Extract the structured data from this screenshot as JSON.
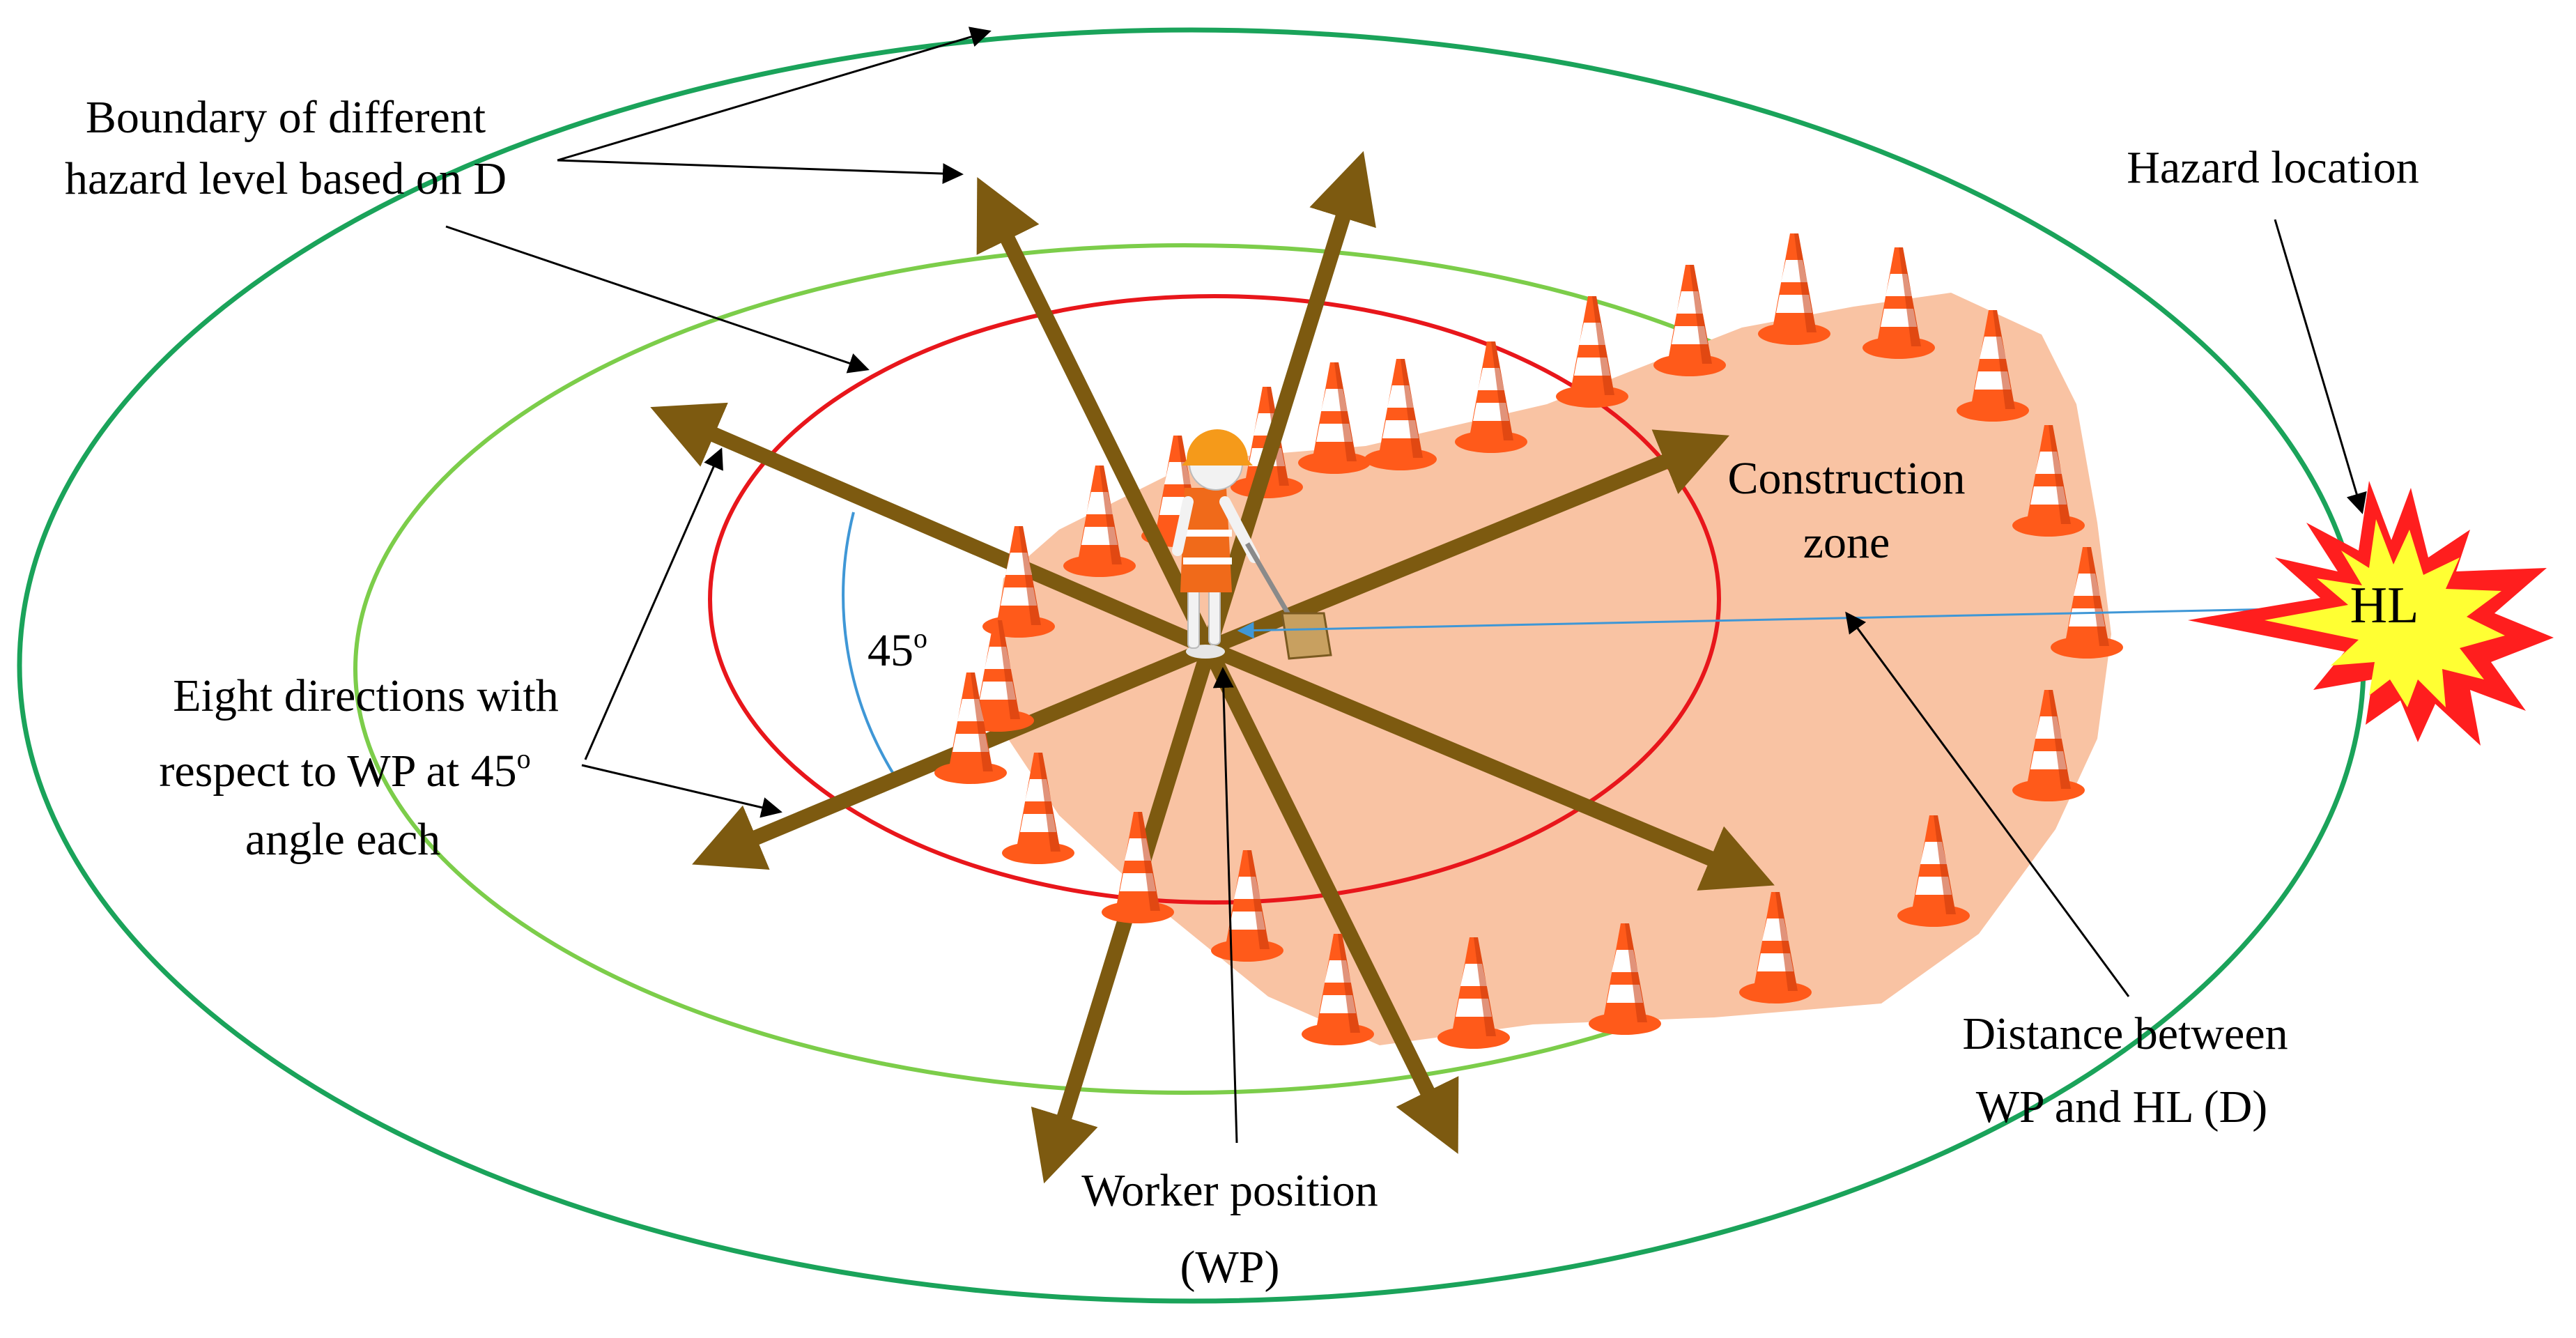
{
  "labels": {
    "boundary_line1": "Boundary of different",
    "boundary_line2": "hazard level based on D",
    "hazard_location": "Hazard location",
    "construction_line1": "Construction",
    "construction_line2": "zone",
    "angle_value": "45",
    "angle_unit": "o",
    "eight_line1": "Eight directions with",
    "eight_line2a": "respect to WP at 45",
    "eight_line2b": "o",
    "eight_line3": "angle each",
    "distance_line1": "Distance between",
    "distance_line2": "WP and HL (D)",
    "worker_line1": "Worker position",
    "worker_line2": "(WP)",
    "hazard_marker": "HL"
  },
  "colors": {
    "outer_boundary": "#1aa35a",
    "middle_boundary": "#7ccd4a",
    "inner_boundary": "#e8161b",
    "construction_zone": "#f9c3a3",
    "direction_arrow": "#7d5a10",
    "distance_line": "#3f97d6",
    "cone_orange": "#ff5a1a",
    "hazard_burst_outer": "#ff1e1e",
    "hazard_burst_inner": "#ffff33",
    "worker_vest": "#f06a1a",
    "worker_helmet": "#f59a1a"
  },
  "icons": [
    "traffic-cone-icon",
    "worker-figure-icon",
    "hazard-burst-icon"
  ]
}
